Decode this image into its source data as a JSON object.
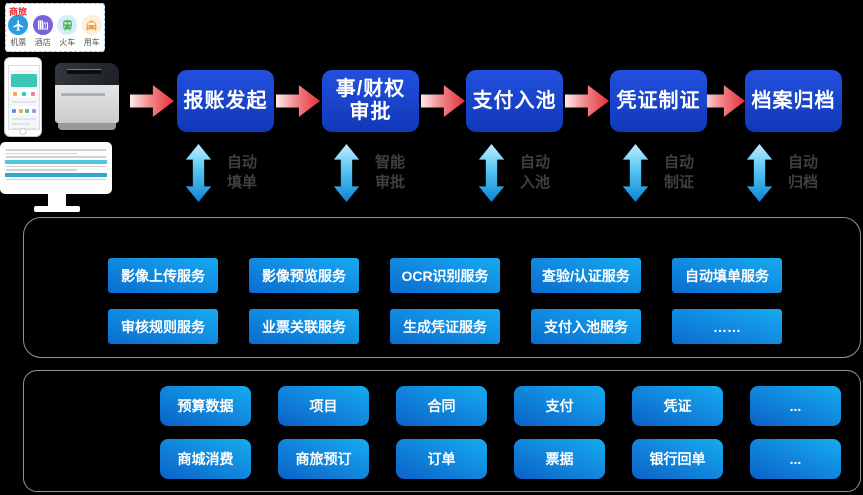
{
  "colors": {
    "process_box_blue": "#1841C8",
    "flow_arrow_red": "#E62E36",
    "updown_arrow_blue": "#2BA9E8",
    "service_button_gradient_dark": "#0B6CD0",
    "service_button_gradient_light": "#17AAF0",
    "container_border_gray": "#8E939B",
    "sub_label_gray": "#3F3F3F",
    "travel_label_red": "#E8262D"
  },
  "travel_panel": {
    "label": "商旅",
    "items": [
      {
        "caption": "机票",
        "icon": "plane-icon"
      },
      {
        "caption": "酒店",
        "icon": "hotel-icon"
      },
      {
        "caption": "火车",
        "icon": "train-icon"
      },
      {
        "caption": "用车",
        "icon": "car-icon"
      }
    ]
  },
  "flow": {
    "steps": [
      {
        "label": "报账发起",
        "sub": "自动\n填单"
      },
      {
        "label": "事/财权\n审批",
        "sub": "智能\n审批"
      },
      {
        "label": "支付入池",
        "sub": "自动\n入池"
      },
      {
        "label": "凭证制证",
        "sub": "自动\n制证"
      },
      {
        "label": "档案归档",
        "sub": "自动\n归档"
      }
    ]
  },
  "services": {
    "row1": [
      "影像上传服务",
      "影像预览服务",
      "OCR识别服务",
      "查验/认证服务",
      "自动填单服务"
    ],
    "row2": [
      "审核规则服务",
      "业票关联服务",
      "生成凭证服务",
      "支付入池服务",
      "……"
    ]
  },
  "data_items": {
    "row1": [
      "预算数据",
      "项目",
      "合同",
      "支付",
      "凭证",
      "..."
    ],
    "row2": [
      "商城消费",
      "商旅预订",
      "订单",
      "票据",
      "银行回单",
      "..."
    ]
  }
}
